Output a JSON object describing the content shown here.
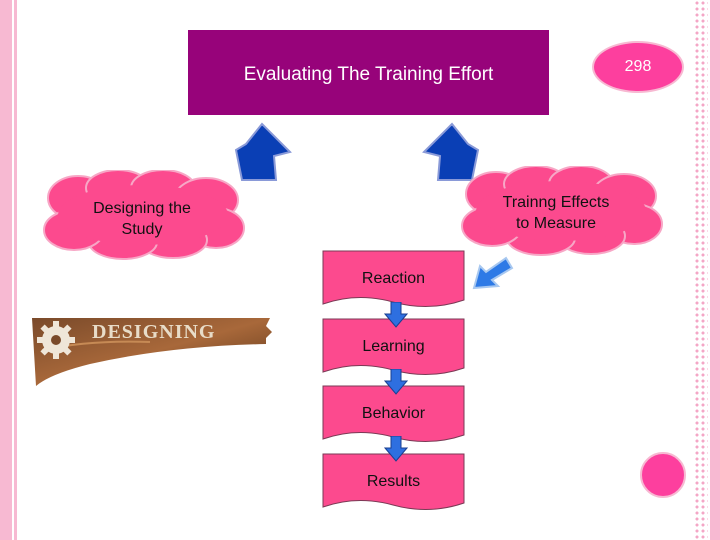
{
  "slide": {
    "title": "Evaluating The Training Effort",
    "page_number": "298"
  },
  "clouds": {
    "left": {
      "line1": "Designing the",
      "line2": "Study"
    },
    "right": {
      "line1": "Trainng Effects",
      "line2": "to Measure"
    }
  },
  "steps": [
    "Reaction",
    "Learning",
    "Behavior",
    "Results"
  ],
  "logo": {
    "text": "DESIGNING"
  },
  "colors": {
    "title_bg": "#97037a",
    "accent_pink": "#fd3f9e",
    "stripe_pink": "#f7b9d2",
    "arrow_blue": "#0a3fb5",
    "step_fill": "#fc4a8e",
    "cloud_fill": "#fc4a8e"
  }
}
